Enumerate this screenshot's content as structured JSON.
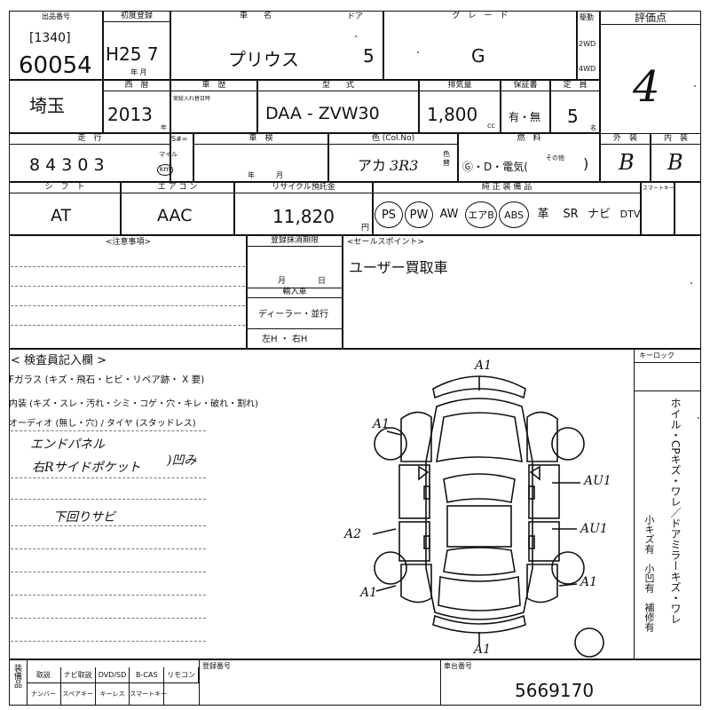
{
  "header": {
    "lot_label": "出品番号",
    "lot_prefix": "[1340]",
    "lot_number": "60054",
    "first_reg_label": "初度登録",
    "first_reg_value": "H25 7",
    "first_reg_units": "年   月",
    "car_name_label": "車　　名",
    "car_name": "プリウス",
    "doors_label": "ドア",
    "doors": "5",
    "grade_label": "グ　レ　ー　ド",
    "grade": "G",
    "drive_label": "駆動",
    "drive_2wd": "2WD",
    "drive_4wd": "4WD",
    "score_label": "評価点",
    "score": "4"
  },
  "row2": {
    "region_label": "",
    "region": "埼玉",
    "year_label": "西　暦",
    "year": "2013",
    "year_unit": "年",
    "history_label": "車　歴",
    "history_sub": "実総入れ替日時",
    "model_label": "型　　式",
    "model": "DAA -  ZVW30",
    "displacement_label": "排気量",
    "displacement": "1,800",
    "displacement_unit": "cc",
    "warranty_label": "保証書",
    "warranty": "有・無",
    "capacity_label": "定　員",
    "capacity": "5",
    "capacity_unit": "名"
  },
  "row3": {
    "mileage_label": "走　行",
    "mileage": "8 4  3 0 3",
    "mileage_mile": "マイル",
    "mileage_km": "km",
    "sflag_label": "S#=",
    "inspection_label": "車　検",
    "inspection_units": "年　　　月",
    "color_label": "色 (Col.No)",
    "color": "アカ",
    "color_code": "3R3",
    "color_side": "色替",
    "fuel_label": "燃　料",
    "fuel_options": "Ⓖ・D・電気(",
    "fuel_other": "その他",
    "exterior_label": "外　装",
    "exterior": "B",
    "interior_label": "内　装",
    "interior": "B"
  },
  "row4": {
    "shift_label": "シ　フ　ト",
    "shift": "AT",
    "ac_label": "エ ア コ ン",
    "ac": "AAC",
    "recycle_label": "リサイクル預託金",
    "recycle": "11,820",
    "recycle_unit": "円",
    "equip_label": "純 正 装 備 品",
    "equipment": [
      {
        "label": "PS",
        "circled": true
      },
      {
        "label": "PW",
        "circled": true
      },
      {
        "label": "AW",
        "circled": false
      },
      {
        "label": "エアB",
        "circled": true
      },
      {
        "label": "ABS",
        "circled": true
      },
      {
        "label": "革",
        "circled": false
      },
      {
        "label": "SR",
        "circled": false
      },
      {
        "label": "ナビ",
        "circled": false
      },
      {
        "label": "DTV",
        "circled": false
      }
    ],
    "smartkey_label": "スマートキー"
  },
  "notes": {
    "caution_label": "<注意事項>",
    "reg_expiry_label": "登録抹消期限",
    "month_day": "月　　　　日",
    "import_label": "輸入車",
    "import_value": "ディーラー・並行",
    "steering": "左H ・ 右H",
    "selling_label": "<セールスポイント>",
    "selling_point": "ユーザー買取車"
  },
  "inspector": {
    "title": "< 検査員記入欄 >",
    "line1": "Fガラス (キズ・飛石・ヒビ・リペア跡・ X 要)",
    "line2": "内装 (キズ・スレ・汚れ・シミ・コゲ・穴・キレ・破れ・割れ)",
    "line3": "オーディオ (無し・穴) / タイヤ (スタッドレス)",
    "hand1": "エンドパネル",
    "hand2": "右Rサイドポケット",
    "hand2_suffix": ")凹み",
    "hand3": "下回りサビ",
    "key_lock_label": "キーロック",
    "right_column": "ホイル・CPキズ・ワレ／ドアミラーキズ・ワレ",
    "right_notes": "小キズ有　小凹有　補修有"
  },
  "diagram": {
    "marks": [
      "A1",
      "A1",
      "A2",
      "A1",
      "AU1",
      "AU1",
      "A1",
      "A1"
    ]
  },
  "footer": {
    "label_vertical": "装備品",
    "items_top": [
      "取説",
      "ナビ取説",
      "DVD/SD",
      "B-CAS",
      "リモコン"
    ],
    "items_bottom": [
      "ナンバー",
      "スペアキー",
      "キーレス",
      "スマートキー"
    ],
    "reg_number_label": "登録番号",
    "chassis_label": "車台番号",
    "chassis_number": "5669170"
  }
}
